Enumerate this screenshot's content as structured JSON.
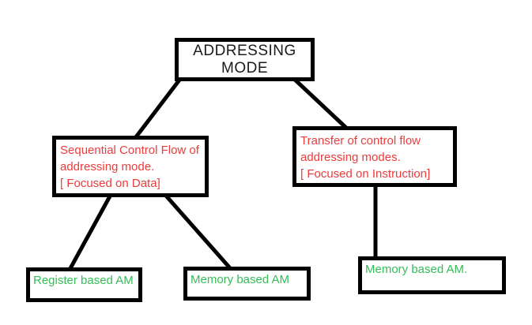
{
  "diagram": {
    "type": "tree",
    "background_color": "#ffffff",
    "colors": {
      "box_border": "#000000",
      "connector_line": "#000000",
      "root_text": "#1a1a1a",
      "branch_text": "#ee3b3b",
      "leaf_text": "#34be56"
    },
    "nodes": {
      "root": {
        "line1": "ADDRESSING",
        "line2": "MODE"
      },
      "sequential": {
        "line1": "Sequential Control Flow of",
        "line2": "addressing mode.",
        "line3": "[ Focused on Data]"
      },
      "transfer": {
        "line1": "Transfer of control flow",
        "line2": "addressing modes.",
        "line3": "[ Focused on Instruction]"
      },
      "register_based": {
        "label": "Register based AM"
      },
      "memory_based_data": {
        "label": "Memory based AM"
      },
      "memory_based_instruction": {
        "label": "Memory based AM."
      }
    },
    "edges": [
      {
        "from": "root",
        "to": "sequential"
      },
      {
        "from": "root",
        "to": "transfer"
      },
      {
        "from": "sequential",
        "to": "register_based"
      },
      {
        "from": "sequential",
        "to": "memory_based_data"
      },
      {
        "from": "transfer",
        "to": "memory_based_instruction"
      }
    ]
  }
}
